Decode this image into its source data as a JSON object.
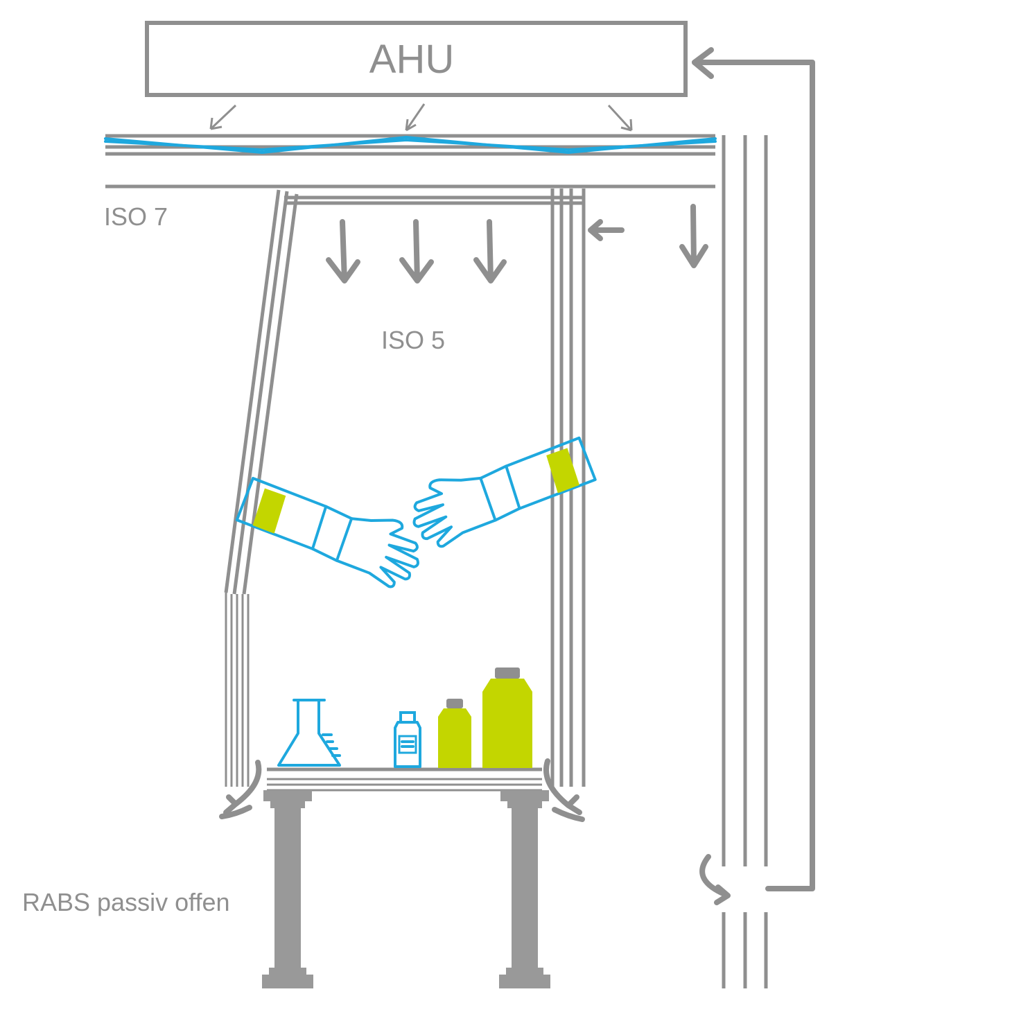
{
  "labels": {
    "ahu": "AHU",
    "iso7": "ISO 7",
    "iso5": "ISO 5",
    "system": "RABS passiv offen"
  },
  "colors": {
    "structure": "#8f8f8f",
    "filter": "#1ea8de",
    "glove_cuff": "#c3d600",
    "bottles": "#c3d600",
    "background": "#ffffff"
  },
  "icons": [
    "down-arrow-icon",
    "flask-icon",
    "vial-icon",
    "bottle-icon",
    "glove-icon",
    "column-icon",
    "return-arrow-icon"
  ]
}
